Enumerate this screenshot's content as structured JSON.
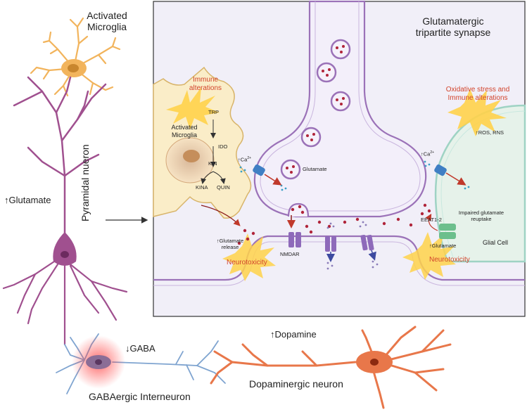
{
  "labels": {
    "activated_microglia_left": "Activated\nMicroglia",
    "glutamate_increase": "↑Glutamate",
    "pyramidal_neuron": "Pyramidal nueron",
    "gaba_decrease": "↓GABA",
    "gabaergic_interneuron": "GABAergic Interneuron",
    "dopamine_increase": "↑Dopamine",
    "dopaminergic_neuron": "Dopaminergic neuron",
    "synapse_title": "Glutamatergic\ntripartite synapse",
    "immune_alterations": "Immune\nalterations",
    "activated_microglia_inset": "Activated\nMicroglia",
    "trp": "TRP",
    "ido": "IDO",
    "kin": "KIN",
    "kina": "KINA",
    "quin": "QUIN",
    "ca_left": "↑Ca",
    "ca_right": "↑Ca",
    "ca_superscript": "2+",
    "glutamate_vesicle": "Glutamate",
    "glutamate_release": "↑Glutamate\nrelease",
    "neurotoxicity_left": "Neurotoxicity",
    "nmdar": "NMDAR",
    "oxidative_stress": "Oxidative stress and\nImmune alterations",
    "ros_rns": "↑ROS, RNS",
    "impaired_reuptake": "Impaired glutamate\nreuptake",
    "eaat": "EEAT1-2",
    "glutamate_glial": "↑Glutamate",
    "neurotoxicity_right": "Neurotoxicity",
    "glial_cell": "Glial Cell"
  },
  "colors": {
    "microglia": "#f2b45c",
    "pyramidal": "#a0508f",
    "gaba": "#7fa4d0",
    "dopamine": "#e8774a",
    "inset_bg": "#f1eff8",
    "membrane": "#9b72b8",
    "glial": "#9fd3c4",
    "red_text": "#d2442c",
    "glow": "#ffd24a"
  }
}
